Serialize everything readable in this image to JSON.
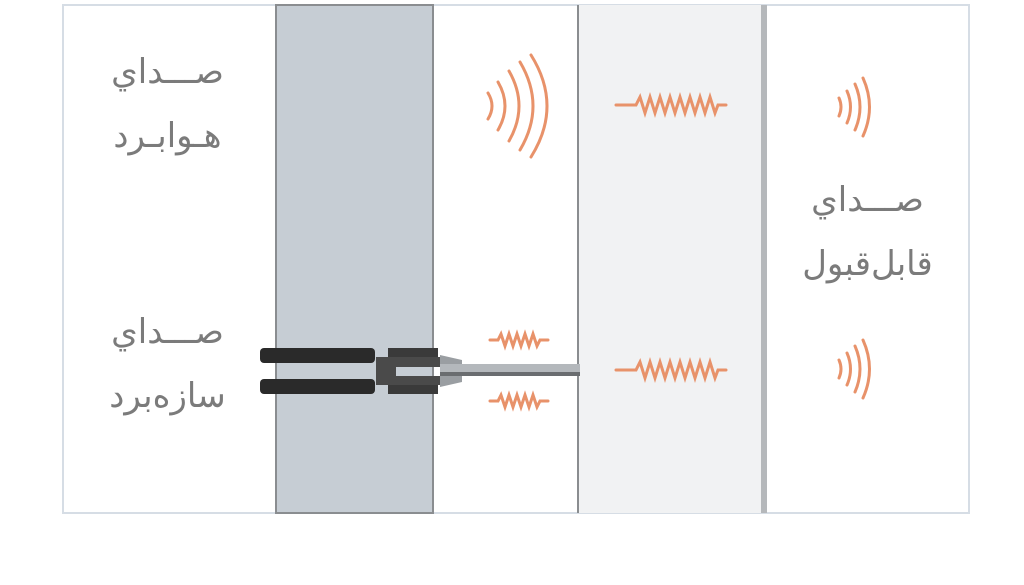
{
  "labels": {
    "airborne_line1": "صـــداي",
    "airborne_line2": "هـوابـرد",
    "structure_line1": "صـــداي",
    "structure_line2": "سازه‌برد",
    "flanking_line1": "صـــداي",
    "flanking_line2": "قابل‌قبول"
  },
  "colors": {
    "background": "#ffffff",
    "frame_border": "#d6dde5",
    "wall_dark": "#c6cdd4",
    "wall_light": "#f1f2f3",
    "divider": "#8a8d90",
    "sound_wave": "#e8926a",
    "text": "#7b7b7b",
    "anchor": "#2a2a2a"
  },
  "icons": [
    "sound-wave-arc-icon",
    "vibration-wave-icon",
    "wall-anchor-bolt"
  ]
}
